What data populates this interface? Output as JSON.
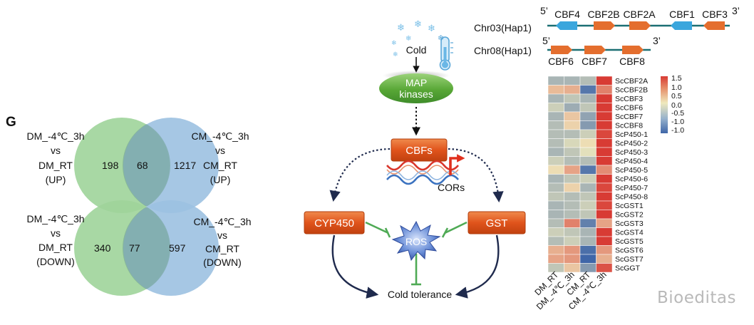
{
  "panel_letter": "G",
  "venn_up": {
    "left_label": [
      "DM_-4℃_3h",
      "vs",
      "DM_RT",
      "(UP)"
    ],
    "right_label": [
      "CM_-4℃_3h",
      "vs",
      "CM_RT",
      "(UP)"
    ],
    "left_only": "198",
    "overlap": "68",
    "right_only": "1217"
  },
  "venn_down": {
    "left_label": [
      "DM_-4℃_3h",
      "vs",
      "DM_RT",
      "(DOWN)"
    ],
    "right_label": [
      "CM_-4℃_3h",
      "vs",
      "CM_RT",
      "(DOWN)"
    ],
    "left_only": "340",
    "overlap": "77",
    "right_only": "597"
  },
  "pathway": {
    "stimulus": "Cold",
    "kinase": [
      "MAP",
      "kinases"
    ],
    "tf": "CBFs",
    "target": "CORs",
    "enzyme_left": "CYP450",
    "enzyme_right": "GST",
    "ros": "ROS",
    "outcome": "Cold tolerance"
  },
  "chromosomes": {
    "chr03": {
      "label": "Chr03(Hap1)",
      "end5": "5’",
      "end3": "3’",
      "genes": [
        {
          "name": "CBF4",
          "color": "#3aa6dd"
        },
        {
          "name": "CBF2B",
          "color": "#e46e2e"
        },
        {
          "name": "CBF2A",
          "color": "#e46e2e"
        },
        {
          "name": "CBF1",
          "color": "#3aa6dd"
        },
        {
          "name": "CBF3",
          "color": "#e46e2e"
        }
      ]
    },
    "chr08": {
      "label": "Chr08(Hap1)",
      "end5": "5’",
      "end3": "3’",
      "genes": [
        {
          "name": "CBF6",
          "color": "#e46e2e"
        },
        {
          "name": "CBF7",
          "color": "#e46e2e"
        },
        {
          "name": "CBF8",
          "color": "#e46e2e"
        }
      ]
    }
  },
  "heatmap": {
    "columns": [
      "DM_RT",
      "DM_-4℃_3h",
      "CM_RT",
      "CM_-4℃_3h"
    ],
    "rows": [
      {
        "gene": "ScCBF2A",
        "values": [
          -0.6,
          -0.6,
          -0.5,
          1.5
        ]
      },
      {
        "gene": "ScCBF2B",
        "values": [
          0.4,
          0.5,
          -1.3,
          0.9
        ]
      },
      {
        "gene": "ScCBF3",
        "values": [
          -0.6,
          -0.4,
          -0.6,
          1.5
        ]
      },
      {
        "gene": "ScCBF6",
        "values": [
          -0.3,
          -0.7,
          -0.4,
          1.5
        ]
      },
      {
        "gene": "ScCBF7",
        "values": [
          -0.6,
          0.3,
          -0.8,
          1.5
        ]
      },
      {
        "gene": "ScCBF8",
        "values": [
          -0.5,
          0.2,
          -0.9,
          1.5
        ]
      },
      {
        "gene": "ScP450-1",
        "values": [
          -0.5,
          -0.5,
          -0.3,
          1.4
        ]
      },
      {
        "gene": "ScP450-2",
        "values": [
          -0.5,
          -0.2,
          0.1,
          1.5
        ]
      },
      {
        "gene": "ScP450-3",
        "values": [
          -0.6,
          -0.4,
          -0.1,
          1.5
        ]
      },
      {
        "gene": "ScP450-4",
        "values": [
          -0.3,
          -0.5,
          -0.5,
          1.5
        ]
      },
      {
        "gene": "ScP450-5",
        "values": [
          0.1,
          0.6,
          -1.3,
          0.8
        ]
      },
      {
        "gene": "ScP450-6",
        "values": [
          -0.6,
          -0.4,
          -0.3,
          1.5
        ]
      },
      {
        "gene": "ScP450-7",
        "values": [
          -0.5,
          0.2,
          -0.6,
          1.4
        ]
      },
      {
        "gene": "ScP450-8",
        "values": [
          -0.4,
          -0.5,
          -0.4,
          1.5
        ]
      },
      {
        "gene": "ScGST1",
        "values": [
          -0.6,
          -0.5,
          -0.3,
          1.4
        ]
      },
      {
        "gene": "ScGST2",
        "values": [
          -0.6,
          -0.5,
          -0.4,
          1.5
        ]
      },
      {
        "gene": "ScGST3",
        "values": [
          -0.5,
          0.9,
          -1.2,
          0.6
        ]
      },
      {
        "gene": "ScGST4",
        "values": [
          -0.3,
          -0.4,
          -0.6,
          1.5
        ]
      },
      {
        "gene": "ScGST5",
        "values": [
          -0.5,
          -0.3,
          -0.6,
          1.5
        ]
      },
      {
        "gene": "ScGST6",
        "values": [
          0.5,
          0.7,
          -1.4,
          0.7
        ]
      },
      {
        "gene": "ScGST7",
        "values": [
          0.6,
          0.7,
          -1.5,
          0.5
        ]
      },
      {
        "gene": "ScGGT",
        "values": [
          -0.4,
          0.3,
          -0.9,
          1.3
        ]
      }
    ],
    "legend_ticks": [
      "1.5",
      "1.0",
      "0.5",
      "0.0",
      "-0.5",
      "-1.0",
      "-1.0"
    ],
    "color_low": "#3f66a8",
    "color_mid": "#efe9bd",
    "color_high": "#d83b34"
  },
  "watermark": "Bioeditas",
  "colors": {
    "venn_green": "#9fd49a",
    "venn_blue": "#9cc1e1",
    "orange_box": "#e0541c",
    "map_green": "#5cad3a",
    "inhibit_green": "#4faa55",
    "arrow_navy": "#1f2a4d"
  }
}
